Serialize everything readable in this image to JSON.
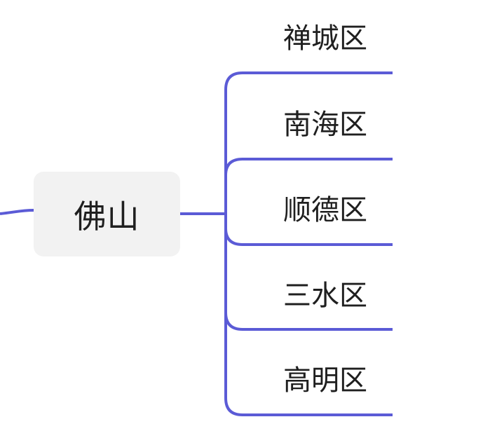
{
  "mindmap": {
    "center": {
      "label": "佛山"
    },
    "branches": [
      {
        "label": "禅城区"
      },
      {
        "label": "南海区"
      },
      {
        "label": "顺德区"
      },
      {
        "label": "三水区"
      },
      {
        "label": "高明区"
      }
    ],
    "line_color": "#5b5bd6"
  }
}
